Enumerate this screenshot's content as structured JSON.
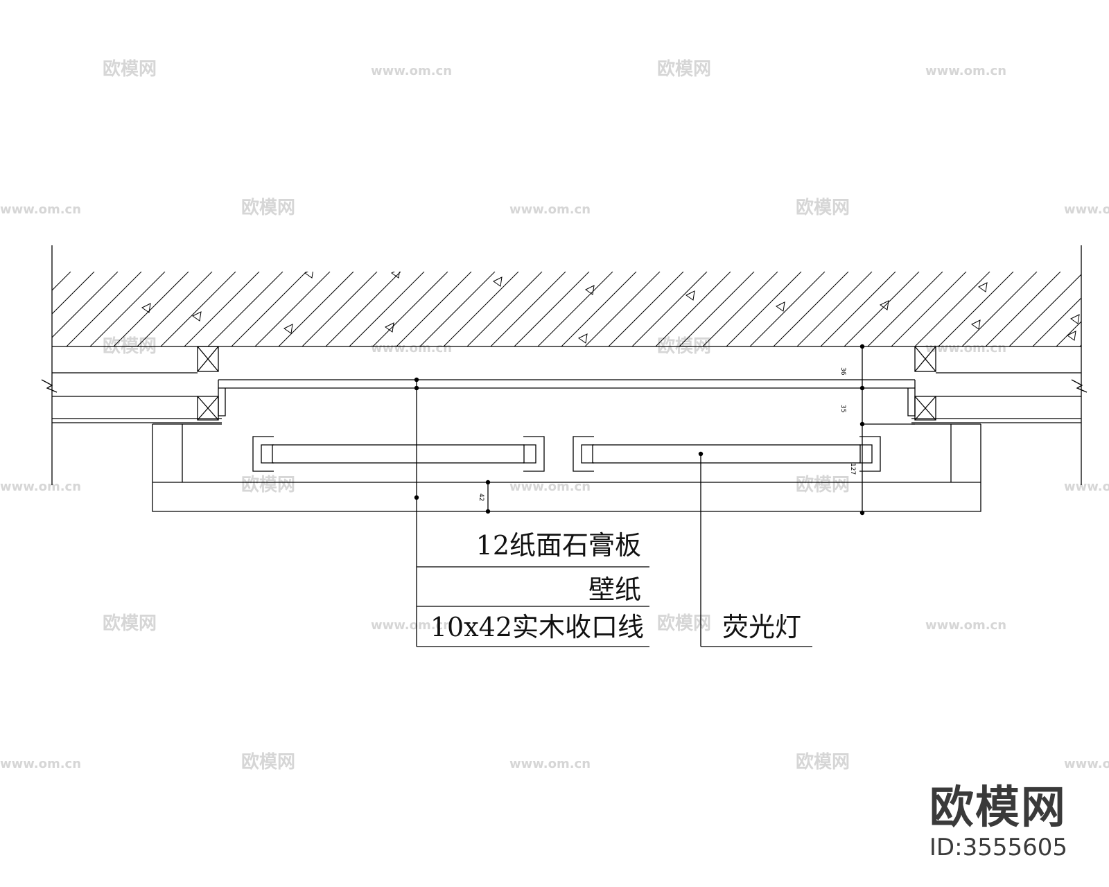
{
  "labels": {
    "gypsum": "12纸面石膏板",
    "wallpaper": "壁纸",
    "trim": "10x42实木收口线",
    "lamp": "荧光灯"
  },
  "dimensions": {
    "d1": "36",
    "d2": "35",
    "d3": "127",
    "d4": "42"
  },
  "watermark": {
    "logo_text": "欧模网",
    "url_text": "www.om.cn"
  },
  "brand": {
    "logo": "欧模网",
    "id": "ID:3555605"
  }
}
